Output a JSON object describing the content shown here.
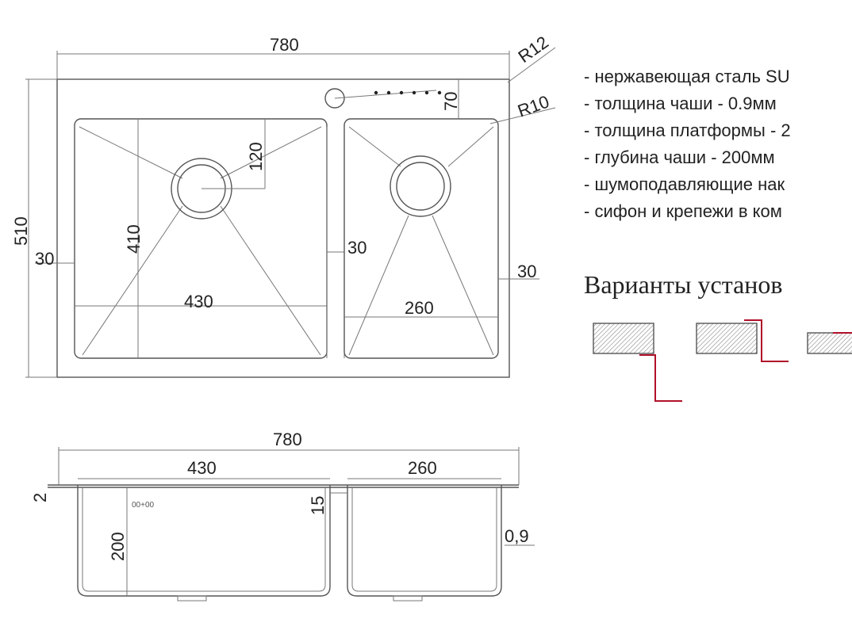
{
  "top_view": {
    "width": "780",
    "corner_radius_outer": "R12",
    "corner_radius_bowl": "R10",
    "depth": "510",
    "tap_offset": "70",
    "drain_offset": "120",
    "left_bowl_length": "410",
    "left_margin": "30",
    "middle_margin": "30",
    "right_margin": "30",
    "left_bowl_width": "430",
    "right_bowl_width": "260"
  },
  "side_view": {
    "width": "780",
    "left_bowl_width": "430",
    "right_bowl_width": "260",
    "platform": "2",
    "bowl_depth": "200",
    "divider": "15",
    "sheet": "0,9",
    "small_mark": "00+00"
  },
  "specs": [
    "- нержавеющая сталь SU",
    "- толщина чаши - 0.9мм",
    "- толщина платформы - 2",
    "- глубина чаши - 200мм",
    "- шумоподавляющие нак",
    "- сифон и крепежи в ком"
  ],
  "install_heading": "Варианты установ",
  "colors": {
    "line": "#555555",
    "accent": "#b0102a"
  }
}
